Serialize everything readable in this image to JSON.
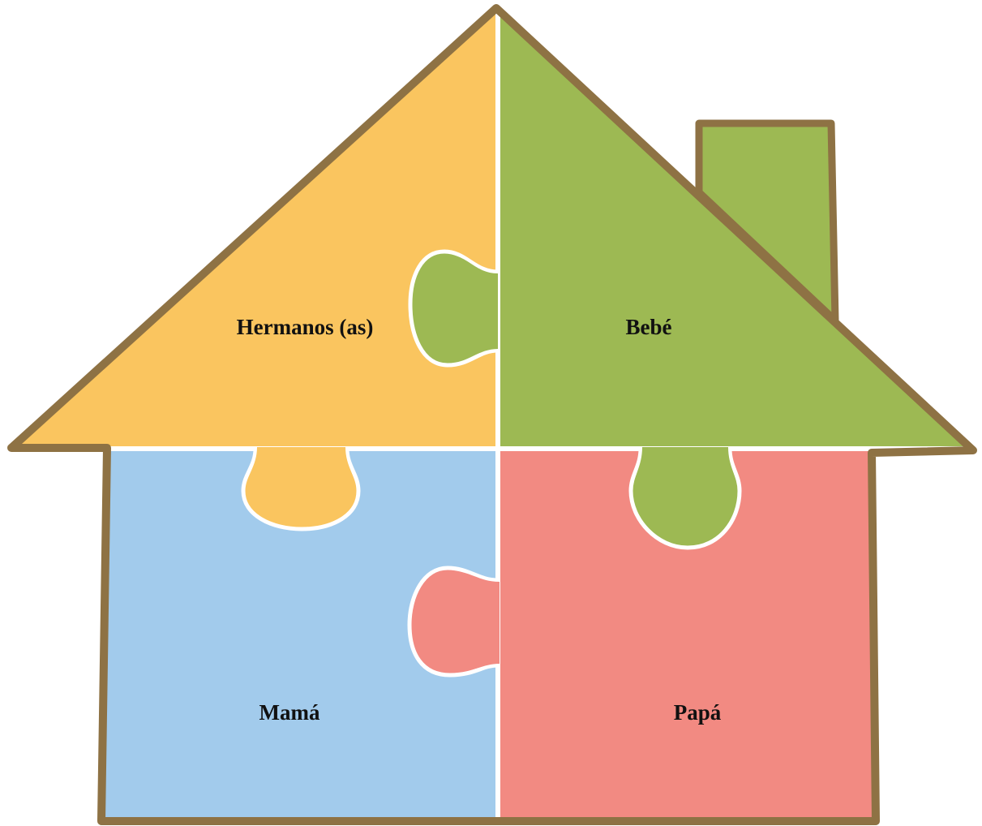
{
  "pieces": {
    "siblings": {
      "label": "Hermanos (as)",
      "color": "#FAC55F"
    },
    "baby": {
      "label": "Bebé",
      "color": "#9DB953"
    },
    "mom": {
      "label": "Mamá",
      "color": "#A2CBEC"
    },
    "dad": {
      "label": "Papá",
      "color": "#F28A82"
    }
  },
  "colors": {
    "outline": "#8E7244",
    "seam": "#FFFFFF",
    "background": "#FFFFFF"
  }
}
